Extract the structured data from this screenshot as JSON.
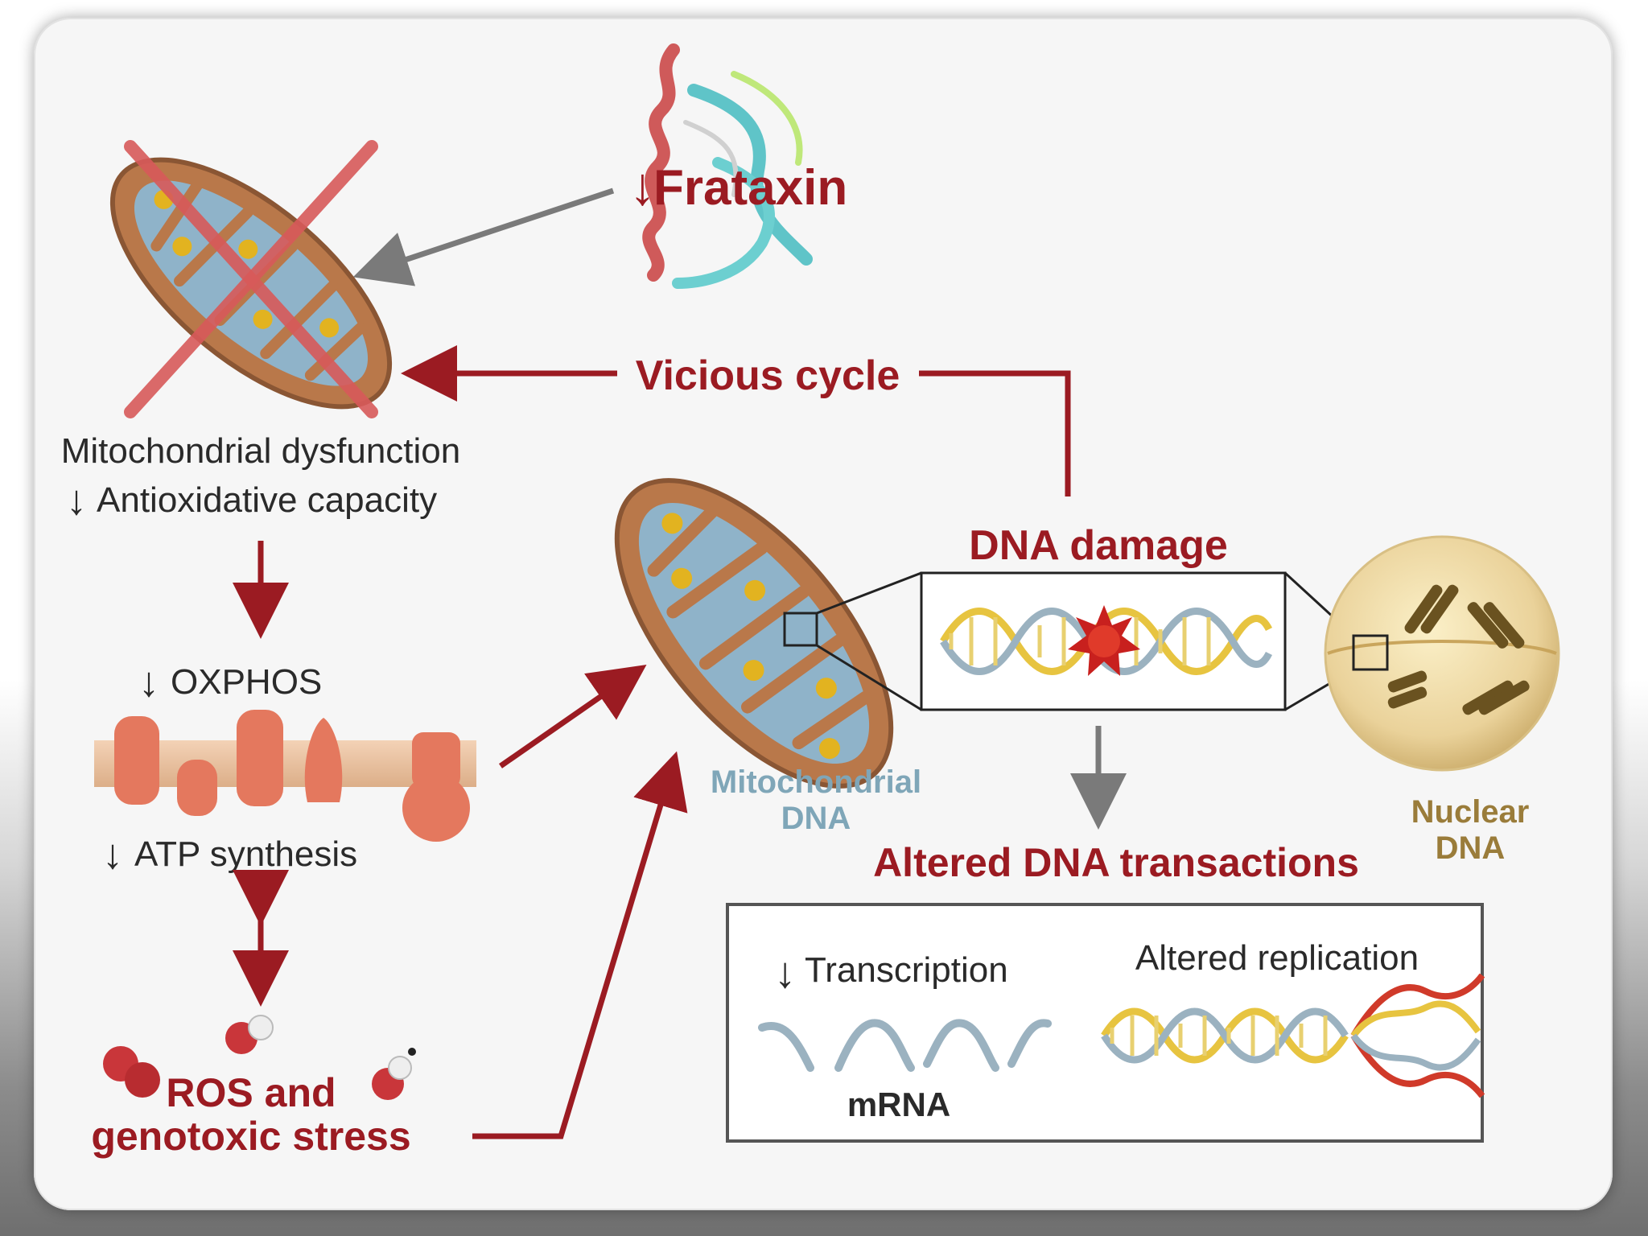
{
  "colors": {
    "accent_red": "#9b1b22",
    "text_dark": "#2a2a2a",
    "mito_dna_text": "#7fa6b8",
    "nuclear_dna_text": "#9a7c3a",
    "arrow_gray": "#7a7a7a"
  },
  "labels": {
    "frataxin": "Frataxin",
    "vicious_cycle": "Vicious cycle",
    "mito_dysfunction": "Mitochondrial dysfunction",
    "antioxidative": "Antioxidative capacity",
    "oxphos": "OXPHOS",
    "atp_synthesis": "ATP synthesis",
    "ros_line1": "ROS and",
    "ros_line2": "genotoxic stress",
    "dna_damage": "DNA damage",
    "mito_dna_line1": "Mitochondrial",
    "mito_dna_line2": "DNA",
    "nuclear_dna_line1": "Nuclear",
    "nuclear_dna_line2": "DNA",
    "altered_dna_transactions": "Altered DNA transactions",
    "transcription": "Transcription",
    "mrna": "mRNA",
    "altered_replication": "Altered replication"
  },
  "icons": {
    "decrease": "down-arrow-icon"
  }
}
